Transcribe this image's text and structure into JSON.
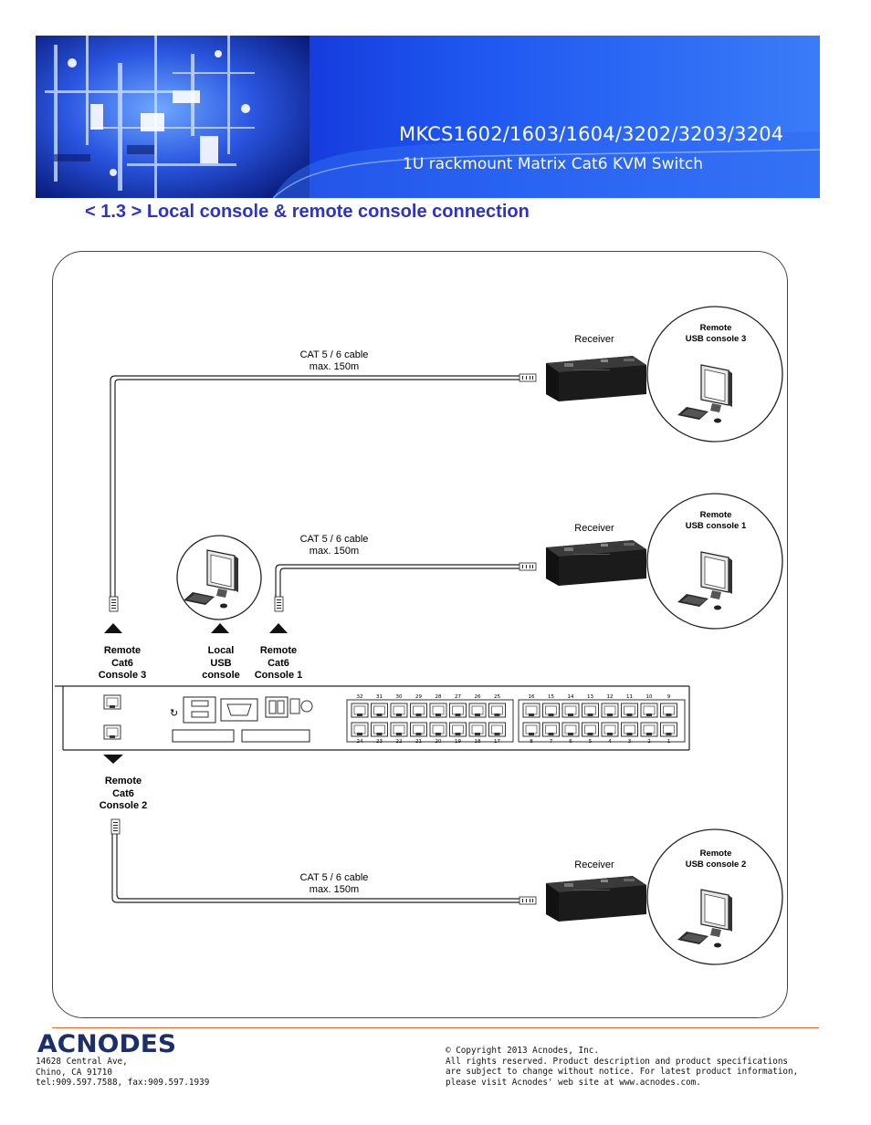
{
  "header": {
    "model": "MKCS1602/1603/1604/3202/3203/3204",
    "subtitle": "1U rackmount Matrix Cat6 KVM Switch"
  },
  "section_title": "< 1.3 > Local console  &  remote console connection",
  "diagram": {
    "cable": {
      "line1": "CAT 5 / 6 cable",
      "line2": "max. 150m"
    },
    "receiver_label": "Receiver",
    "remote_consoles": [
      {
        "line1": "Remote",
        "line2": "USB console 3"
      },
      {
        "line1": "Remote",
        "line2": "USB console 1"
      },
      {
        "line1": "Remote",
        "line2": "USB console 2"
      }
    ],
    "port_labels": {
      "remote3": [
        "Remote",
        "Cat6",
        "Console 3"
      ],
      "local": [
        "Local",
        "USB",
        "console"
      ],
      "remote1": [
        "Remote",
        "Cat6",
        "Console 1"
      ],
      "remote2": [
        "Remote",
        "Cat6",
        "Console 2"
      ]
    },
    "port_numbers_top": [
      "32",
      "31",
      "30",
      "29",
      "28",
      "27",
      "26",
      "25",
      "16",
      "15",
      "14",
      "13",
      "12",
      "11",
      "10",
      "9"
    ],
    "port_numbers_bottom": [
      "24",
      "23",
      "22",
      "21",
      "20",
      "19",
      "18",
      "17",
      "8",
      "7",
      "6",
      "5",
      "4",
      "3",
      "2",
      "1"
    ]
  },
  "footer": {
    "logo_text": "ACNODES",
    "address": [
      "14628 Central Ave,",
      "Chino, CA 91710",
      "tel:909.597.7588, fax:909.597.1939"
    ],
    "copyright": [
      "© Copyright 2013 Acnodes, Inc.",
      "All rights reserved. Product description and product specifications",
      "are subject to change without notice. For latest product information,",
      "please visit Acnodes' web site at www.acnodes.com."
    ]
  }
}
